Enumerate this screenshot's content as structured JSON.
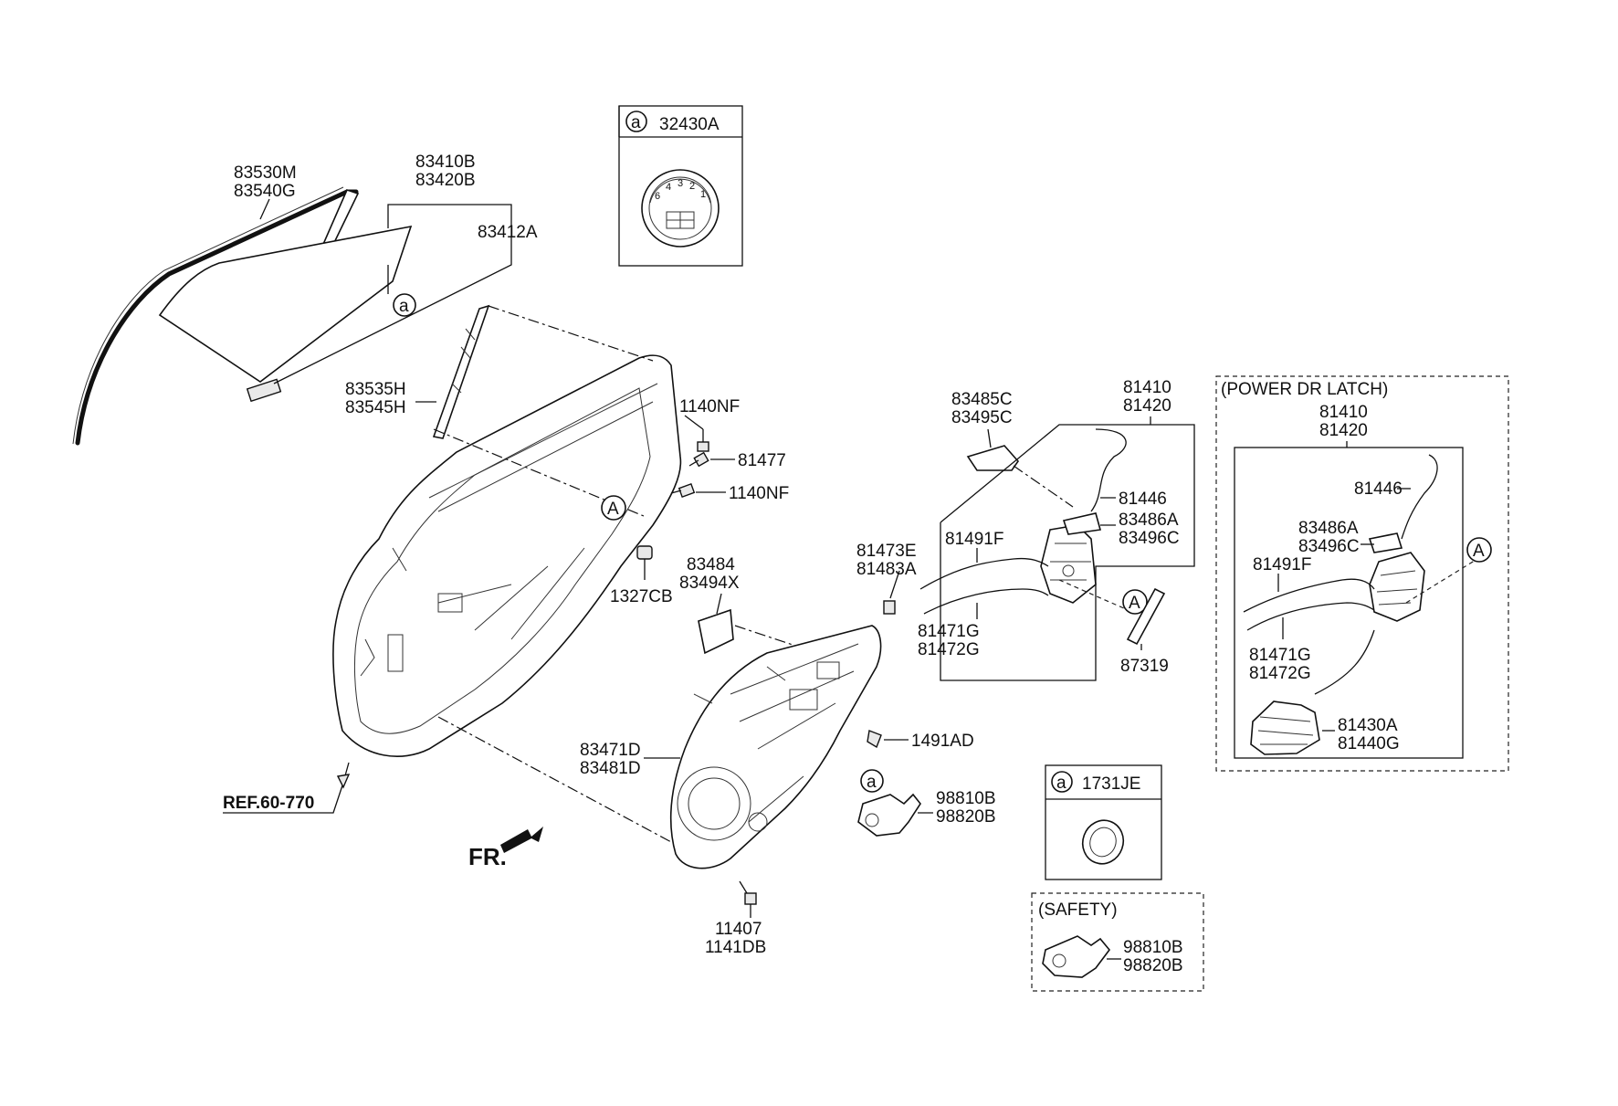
{
  "labels": {
    "l83530m": "83530M",
    "l83540g": "83540G",
    "l83410b": "83410B",
    "l83420b": "83420B",
    "l83412a": "83412A",
    "l83535h": "83535H",
    "l83545h": "83545H",
    "l1140nf_a": "1140NF",
    "l81477": "81477",
    "l1140nf_b": "1140NF",
    "l1327cb": "1327CB",
    "l83484": "83484",
    "l83494x": "83494X",
    "l83485c": "83485C",
    "l83495c": "83495C",
    "l81410_a": "81410",
    "l81420_a": "81420",
    "l81446_a": "81446",
    "l83486a_a": "83486A",
    "l83496c_a": "83496C",
    "l81491f_a": "81491F",
    "l81473e": "81473E",
    "l81483a": "81483A",
    "l81471g_a": "81471G",
    "l81472g_a": "81472G",
    "l87319": "87319",
    "l1491ad": "1491AD",
    "l83471d": "83471D",
    "l83481d": "83481D",
    "l98810b_a": "98810B",
    "l98820b_a": "98820B",
    "l11407": "11407",
    "l1141db": "1141DB",
    "lref": "REF.60-770",
    "lfr": "FR.",
    "l32430a": "32430A",
    "l1731je": "1731JE",
    "lsafety": "(SAFETY)",
    "l98810b_b": "98810B",
    "l98820b_b": "98820B",
    "lpower": "(POWER DR LATCH)",
    "l81410_b": "81410",
    "l81420_b": "81420",
    "l81446_b": "81446",
    "l83486a_b": "83486A",
    "l83496c_b": "83496C",
    "l81491f_b": "81491F",
    "l81471g_b": "81471G",
    "l81472g_b": "81472G",
    "l81430a": "81430A",
    "l81440g": "81440G"
  },
  "callouts": {
    "small_a": "a",
    "big_a": "A"
  },
  "inset_numbers": [
    "6",
    "4",
    "3",
    "2",
    "1"
  ]
}
